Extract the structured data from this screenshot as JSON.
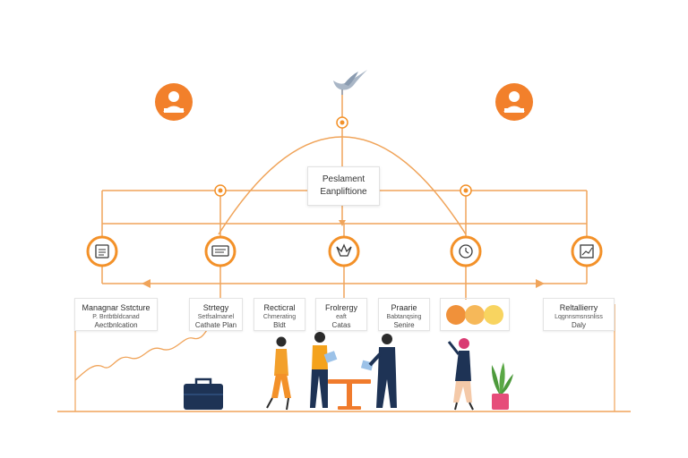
{
  "colors": {
    "accent": "#f39129",
    "accent_dark": "#e8781a",
    "navy": "#1e3355",
    "line": "#f0a45a"
  },
  "center_node": {
    "line1": "Peslament",
    "line2": "Eanpliftione"
  },
  "top_icons": [
    "user-icon",
    "bird-icon",
    "user-icon"
  ],
  "node_icons": [
    "document-icon",
    "monitor-icon",
    "crown-icon",
    "clock-icon",
    "chart-icon"
  ],
  "boxes": [
    {
      "line1": "Managnar Sstcture",
      "line2": "P. Bntbtbldcanad",
      "line3": "Aectbnlcation"
    },
    {
      "line1": "Strtegy",
      "line2": "Setfsalmanel",
      "line3": "Cathate Plan"
    },
    {
      "line1": "Recticral",
      "line2": "Chmerating",
      "line3": "Bldt"
    },
    {
      "line1": "Frolrergy",
      "line2": "eaft",
      "line3": "Catas"
    },
    {
      "line1": "Praarie",
      "line2": "Babtanqsing",
      "line3": "Senire"
    },
    {
      "line1": "",
      "line2": "",
      "line3": ""
    },
    {
      "line1": "Reltallierry",
      "line2": "Lqgnnsmsnsnliss",
      "line3": "Daly"
    }
  ],
  "swatches": [
    "#f0913a",
    "#f6b450",
    "#f8d257"
  ],
  "plant_color": "#4d9a3c",
  "pot_color": "#e64d7a"
}
